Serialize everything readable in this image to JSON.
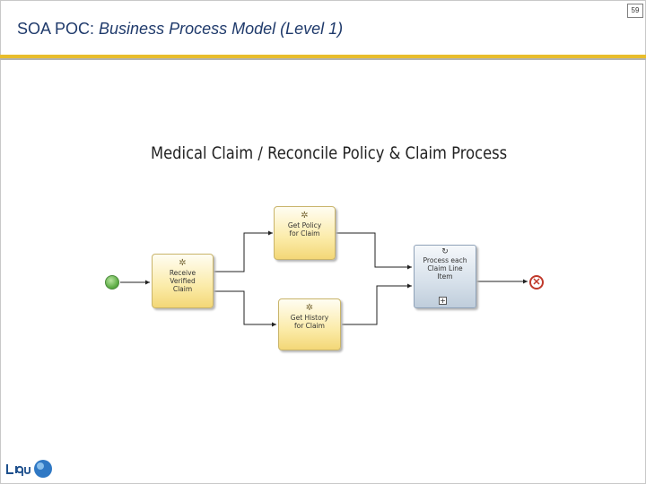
{
  "slide": {
    "title_prefix": "SOA POC: ",
    "title_italic": "Business Process Model (Level 1)",
    "page_number": "59"
  },
  "diagram": {
    "title": "Medical Claim / Reconcile Policy & Claim Process",
    "start_event": "start-event",
    "end_event": "end-event",
    "tasks": {
      "receive": {
        "line1": "Receive",
        "line2": "Verified",
        "line3": "Claim",
        "icon": "gear-icon"
      },
      "get_policy": {
        "line1": "Get Policy",
        "line2": "for Claim",
        "icon": "gear-icon"
      },
      "get_history": {
        "line1": "Get History",
        "line2": "for Claim",
        "icon": "gear-icon"
      },
      "process_each": {
        "line1": "Process each",
        "line2": "Claim Line",
        "line3": "Item",
        "icon": "loop-icon",
        "marker": "expand-plus-icon"
      }
    },
    "colors": {
      "task_fill": "#fbeba8",
      "subprocess_fill": "#d6e0ea",
      "start_green": "#62b04a",
      "end_red": "#c0392b"
    }
  },
  "logo": {
    "icon": "liquidhub-logo"
  }
}
